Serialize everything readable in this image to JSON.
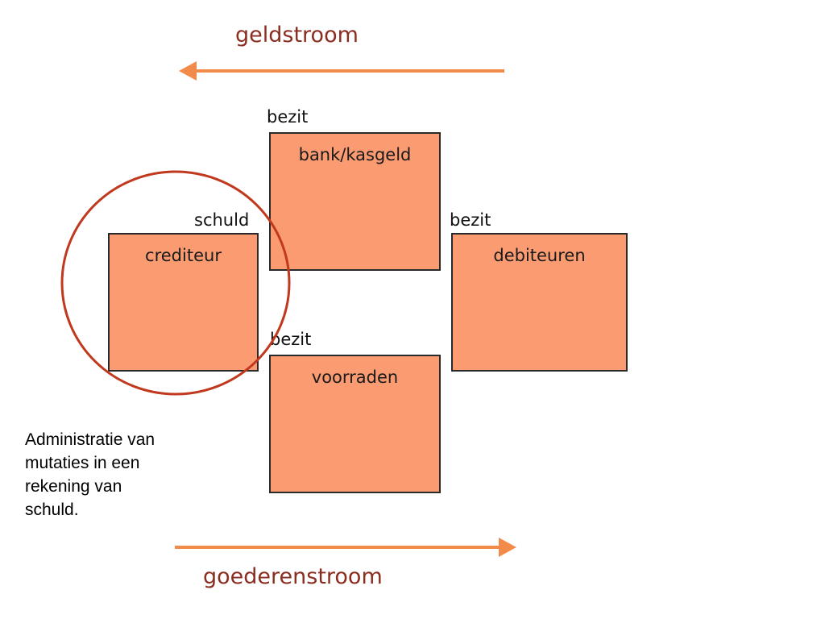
{
  "flows": {
    "money": "geldstroom",
    "goods": "goederenstroom"
  },
  "accounts": {
    "bank": {
      "title": "bank/kasgeld",
      "tag": "bezit"
    },
    "creditor": {
      "title": "crediteur",
      "tag": "schuld"
    },
    "debtors": {
      "title": "debiteuren",
      "tag": "bezit"
    },
    "stock": {
      "title": "voorraden",
      "tag": "bezit"
    }
  },
  "note": {
    "lines": [
      "Administratie van",
      "mutaties in een",
      "rekening van",
      "schuld."
    ]
  },
  "colors": {
    "box_fill": "#fa9b71",
    "arrow": "#f28a4a",
    "circle": "#c0391e",
    "flow_text": "#8b2e22"
  }
}
